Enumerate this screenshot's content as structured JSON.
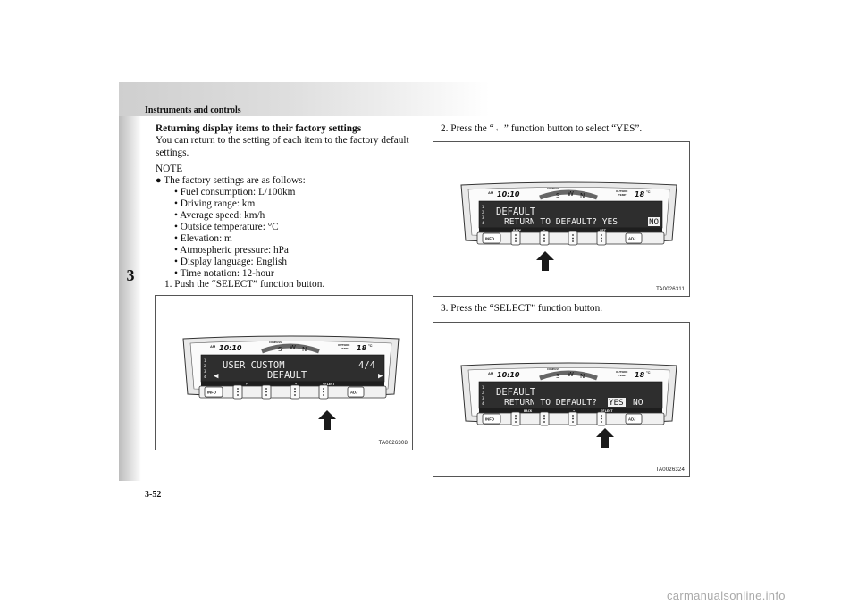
{
  "header": {
    "title": "Instruments and controls"
  },
  "chapter": "3",
  "page_number": "3-52",
  "section": {
    "heading": "Returning display items to their factory settings",
    "intro_line1": "You can return to the setting of each item to the factory default",
    "intro_line2": "settings.",
    "note_label": "NOTE",
    "note_intro": "The factory settings are as follows:",
    "settings": [
      "• Fuel consumption: L/100km",
      "• Driving range: km",
      "• Average speed: km/h",
      "• Outside temperature: °C",
      "• Elevation: m",
      "• Atmospheric pressure: hPa",
      "• Display language: English",
      "• Time notation: 12-hour"
    ],
    "steps": [
      "1. Push the “SELECT” function button.",
      "2. Press the “←” function button to select “YES”.",
      "3. Press the “SELECT” function button."
    ]
  },
  "figures": [
    {
      "code": "TA0026308",
      "line1": "USER CUSTOM",
      "line1_right": "4/4",
      "line2": "DEFAULT",
      "labels": [
        "←",
        "➡",
        "SELECT"
      ]
    },
    {
      "code": "TA0026311",
      "line1": "DEFAULT",
      "line2": "RETURN TO DEFAULT? YES",
      "line2_hl": "NO",
      "labels": [
        "BACK",
        "←",
        "SET"
      ]
    },
    {
      "code": "TA0026324",
      "line1": "DEFAULT",
      "line2": "RETURN TO DEFAULT?",
      "line2_hl": "YES",
      "line2_tail": "NO",
      "labels": [
        "BACK",
        "➡",
        "SELECT"
      ]
    }
  ],
  "cluster": {
    "am": "AM",
    "clock": "10:10",
    "compass_label": "COMPASS",
    "compass_letters": [
      "S",
      "W",
      "N"
    ],
    "outside_label_1": "OUTSIDE",
    "outside_label_2": "TEMP",
    "temp": "18",
    "temp_unit": "°C",
    "scale": [
      "1",
      "2",
      "3",
      "4"
    ],
    "info_button": "INFO",
    "adj_button": "ADJ"
  },
  "watermark": "carmanualsonline.info"
}
